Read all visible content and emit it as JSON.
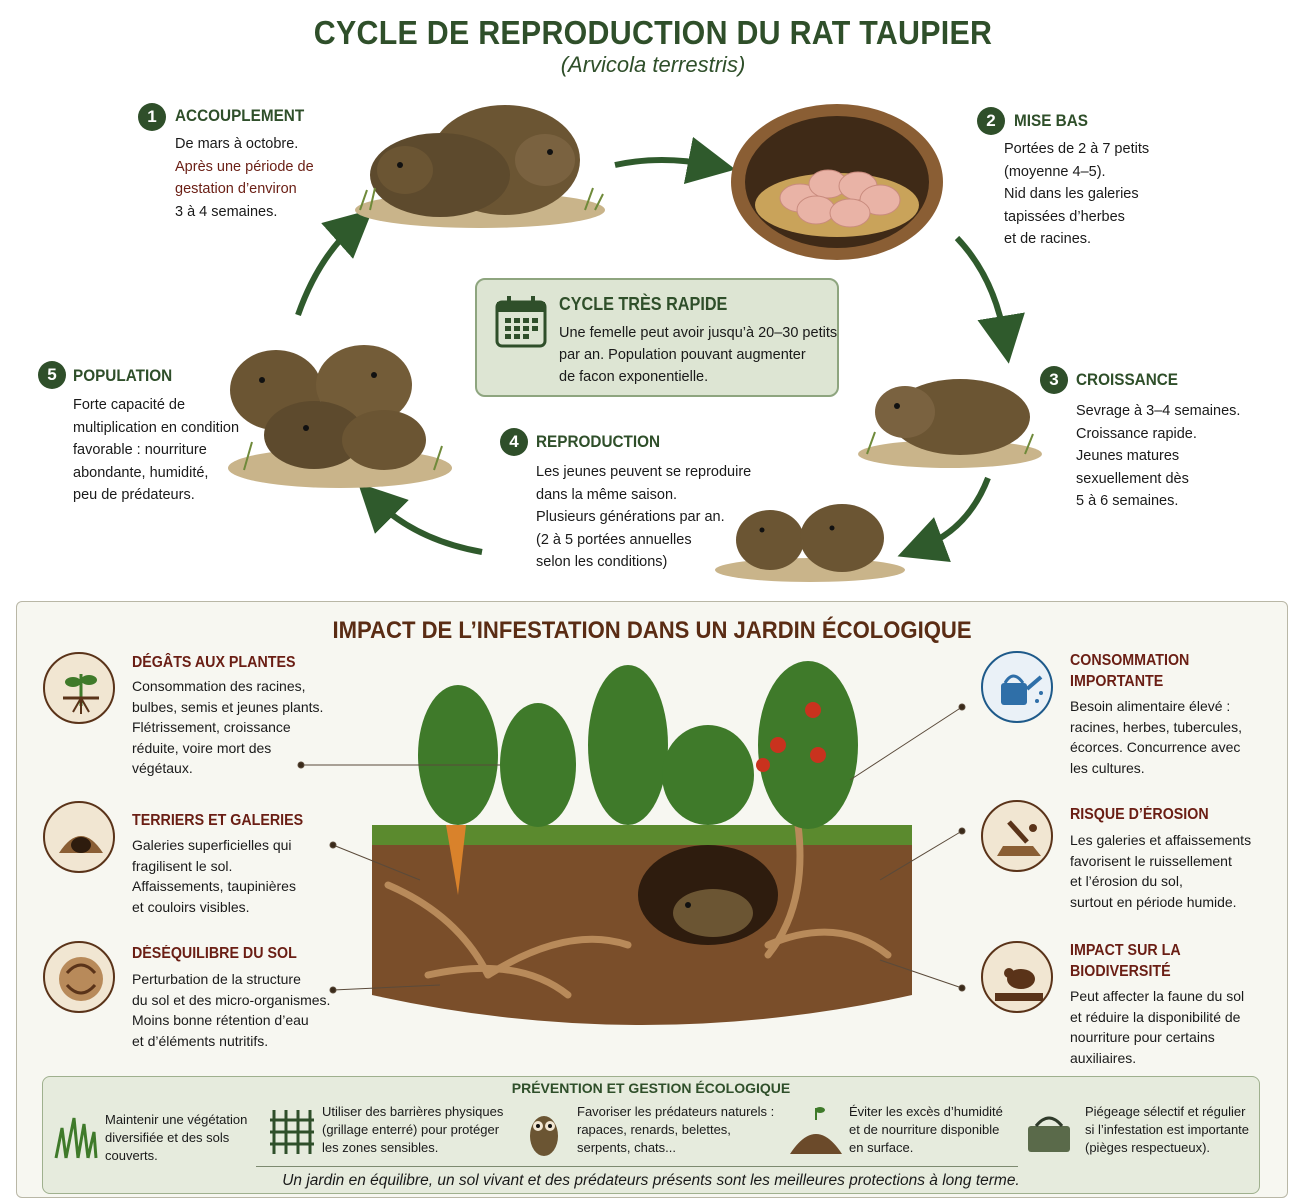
{
  "header": {
    "title": "CYCLE DE REPRODUCTION DU RAT TAUPIER",
    "subtitle": "(Arvicola terrestris)"
  },
  "steps": [
    {
      "number": "1",
      "title": "ACCOUPLEMENT",
      "lines": [
        "De mars à octobre.",
        "Après une période de",
        "gestation d’environ",
        "3 à 4 semaines."
      ]
    },
    {
      "number": "2",
      "title": "MISE BAS",
      "lines": [
        "Portées de 2 à 7 petits",
        "(moyenne 4–5).",
        "Nid dans les galeries",
        "tapissées d’herbes",
        "et de racines."
      ]
    },
    {
      "number": "3",
      "title": "CROISSANCE",
      "lines": [
        "Sevrage à 3–4 semaines.",
        "Croissance rapide.",
        "Jeunes matures",
        "sexuellement dès",
        "5 à 6 semaines."
      ]
    },
    {
      "number": "4",
      "title": "REPRODUCTION",
      "lines": [
        "Les jeunes peuvent se reproduire",
        "dans la même saison.",
        "Plusieurs générations par an.",
        "(2 à 5 portées annuelles",
        "selon les conditions)"
      ]
    },
    {
      "number": "5",
      "title": "POPULATION",
      "lines": [
        "Forte capacité de",
        "multiplication en condition",
        "favorable : nourriture",
        "abondante, humidité,",
        "peu de prédateurs."
      ]
    }
  ],
  "cycle_box": {
    "title": "CYCLE TRÈS RAPIDE",
    "lines": [
      "Une femelle peut avoir jusqu’à 20–30 petits",
      "par an. Population pouvant augmenter",
      "de facon exponentielle."
    ],
    "icon": "calendar-icon"
  },
  "impact": {
    "title": "IMPACT DE L’INFESTATION DANS UN JARDIN ÉCOLOGIQUE",
    "left": [
      {
        "icon": "plant-roots-icon",
        "title": [
          "DÉGÂTS AUX PLANTES"
        ],
        "lines": [
          "Consommation des racines,",
          "bulbes, semis et jeunes plants.",
          "Flétrissement, croissance",
          "réduite, voire mort des",
          "végétaux."
        ]
      },
      {
        "icon": "burrow-icon",
        "title": [
          "TERRIERS ET GALERIES"
        ],
        "lines": [
          "Galeries superficielles qui",
          "fragilisent le sol.",
          "Affaissements, taupinières",
          "et couloirs visibles."
        ]
      },
      {
        "icon": "soil-cycle-icon",
        "title": [
          "DÉSÉQUILIBRE DU SOL"
        ],
        "lines": [
          "Perturbation de la structure",
          "du sol et des micro-organismes.",
          "Moins bonne rétention d’eau",
          "et d’éléments nutritifs."
        ]
      }
    ],
    "right": [
      {
        "icon": "watering-can-icon",
        "title": [
          "CONSOMMATION",
          "IMPORTANTE"
        ],
        "lines": [
          "Besoin alimentaire élevé :",
          "racines, herbes, tubercules,",
          "écorces. Concurrence avec",
          "les cultures."
        ]
      },
      {
        "icon": "erosion-icon",
        "title": [
          "RISQUE D’ÉROSION"
        ],
        "lines": [
          "Les galeries et affaissements",
          "favorisent le ruissellement",
          "et l’érosion du sol,",
          "surtout en période humide."
        ]
      },
      {
        "icon": "biodiversity-icon",
        "title": [
          "IMPACT SUR LA",
          "BIODIVERSITÉ"
        ],
        "lines": [
          "Peut affecter la faune du sol",
          "et réduire la disponibilité de",
          "nourriture pour certains",
          "auxiliaires."
        ]
      }
    ]
  },
  "prevention": {
    "title": "PRÉVENTION ET GESTION ÉCOLOGIQUE",
    "items": [
      {
        "icon": "grass-icon",
        "lines": [
          "Maintenir une végétation",
          "diversifiée et des sols",
          "couverts."
        ]
      },
      {
        "icon": "fence-icon",
        "lines": [
          "Utiliser des barrières physiques",
          "(grillage enterré) pour protéger",
          "les zones sensibles."
        ]
      },
      {
        "icon": "owl-icon",
        "lines": [
          "Favoriser les prédateurs naturels :",
          "rapaces, renards, belettes,",
          "serpents, chats..."
        ]
      },
      {
        "icon": "soil-mound-icon",
        "lines": [
          "Éviter les excès d’humidité",
          "et de nourriture disponible",
          "en surface."
        ]
      },
      {
        "icon": "trap-icon",
        "lines": [
          "Piégeage sélectif et régulier",
          "si l’infestation est importante",
          "(pièges respectueux)."
        ]
      }
    ],
    "footer": "Un jardin en équilibre, un sol vivant et des prédateurs présents sont les meilleures protections à long terme."
  },
  "colors": {
    "primary_green": "#2f4f2a",
    "brown_title": "#5a2c14",
    "red_text": "#6a1e14"
  }
}
